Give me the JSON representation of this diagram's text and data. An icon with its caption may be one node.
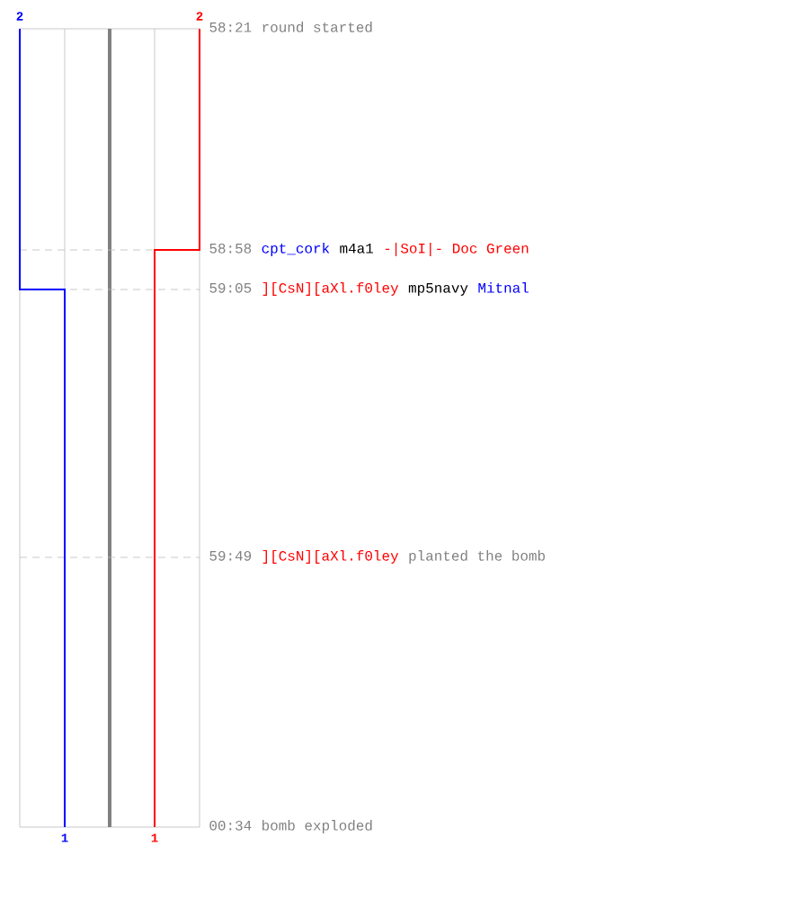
{
  "diagram": {
    "labels": [
      "2",
      "2",
      "58:21",
      "round started",
      "58:58",
      "cpt_cork",
      "m4a1",
      "-|SoI|- Doc Green",
      "59:05",
      "][CsN][aXl.f0ley",
      "mp5navy",
      "Mitnal",
      "59:49",
      "][CsN][aXl.f0ley",
      "planted the bomb",
      "1",
      "1",
      "00:34",
      "bomb exploded"
    ]
  }
}
